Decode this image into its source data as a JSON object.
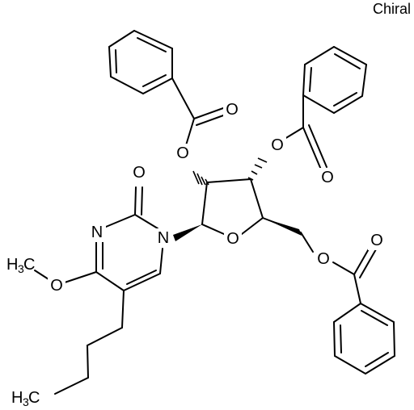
{
  "chiral_label": "Chiral",
  "atoms": {
    "O_ketone_top": "O",
    "O_ester_2": "O",
    "O_ketone_mid": "O",
    "O_ester_3": "O",
    "O_carbonyl_pyr": "O",
    "N_3": "N",
    "N_1": "N",
    "O_ring": "O",
    "O_methoxy": "O",
    "O_ester_5": "O",
    "O_ketone_bottom": "O"
  },
  "methyl_top": {
    "main": "H",
    "sub": "3",
    "tail": "C"
  },
  "methyl_bottom": {
    "main": "H",
    "sub": "3",
    "tail": "C"
  }
}
